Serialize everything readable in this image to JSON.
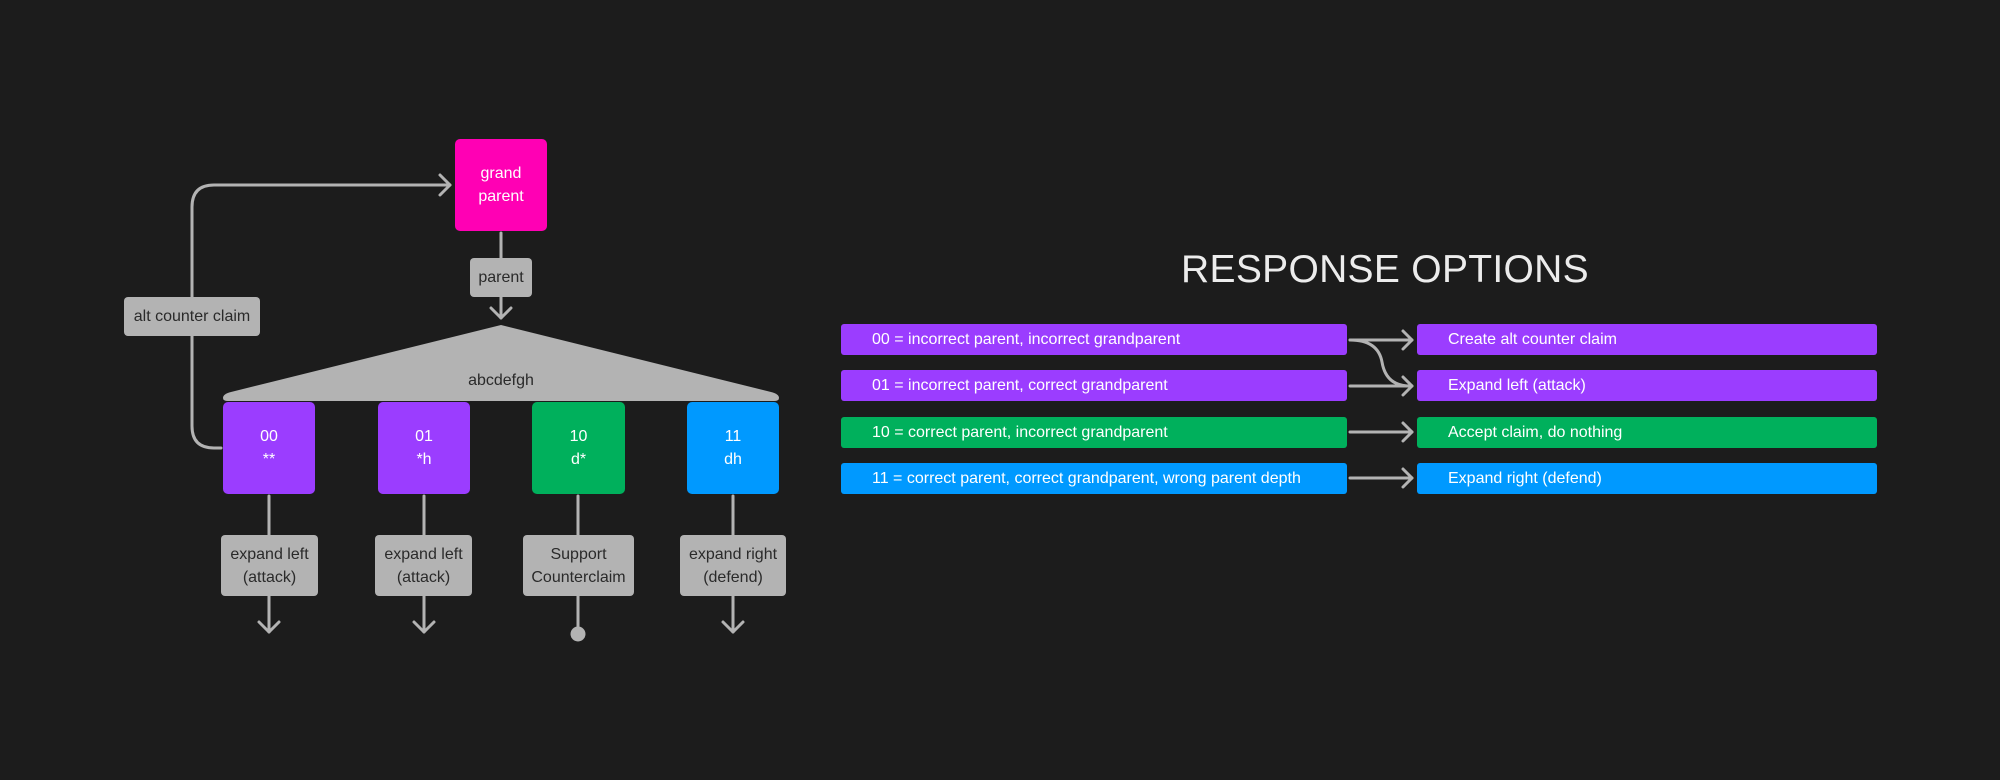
{
  "colors": {
    "background": "#1c1c1c",
    "purple": "#9b3dff",
    "green": "#00b05c",
    "blue": "#0099ff",
    "magenta": "#ff00b4",
    "gray": "#b3b3b3",
    "line": "#b3b3b3"
  },
  "tree": {
    "grandparent": {
      "line1": "grand",
      "line2": "parent"
    },
    "parent_label": "parent",
    "alt_counter_claim_label": "alt counter claim",
    "claim_label": "abcdefgh",
    "children": [
      {
        "code": "00",
        "pattern": "**",
        "color": "purple",
        "action_line1": "expand left",
        "action_line2": "(attack)",
        "terminal": "arrow"
      },
      {
        "code": "01",
        "pattern": "*h",
        "color": "purple",
        "action_line1": "expand left",
        "action_line2": "(attack)",
        "terminal": "arrow"
      },
      {
        "code": "10",
        "pattern": "d*",
        "color": "green",
        "action_line1": "Support",
        "action_line2": "Counterclaim",
        "terminal": "dot"
      },
      {
        "code": "11",
        "pattern": "dh",
        "color": "blue",
        "action_line1": "expand right",
        "action_line2": "(defend)",
        "terminal": "arrow"
      }
    ]
  },
  "response_options": {
    "title": "RESPONSE OPTIONS",
    "conditions": [
      {
        "text": "00 = incorrect parent, incorrect grandparent",
        "color": "purple"
      },
      {
        "text": "01 = incorrect parent, correct grandparent",
        "color": "purple"
      },
      {
        "text": "10 = correct parent, incorrect grandparent",
        "color": "green"
      },
      {
        "text": "11 = correct parent, correct grandparent, wrong parent depth",
        "color": "blue"
      }
    ],
    "responses": [
      {
        "text": "Create alt counter claim",
        "color": "purple"
      },
      {
        "text": "Expand left (attack)",
        "color": "purple"
      },
      {
        "text": "Accept claim, do nothing",
        "color": "green"
      },
      {
        "text": "Expand right (defend)",
        "color": "blue"
      }
    ],
    "mappings": [
      {
        "from": 0,
        "to": 0
      },
      {
        "from": 0,
        "to": 1
      },
      {
        "from": 1,
        "to": 1
      },
      {
        "from": 2,
        "to": 2
      },
      {
        "from": 3,
        "to": 3
      }
    ]
  }
}
